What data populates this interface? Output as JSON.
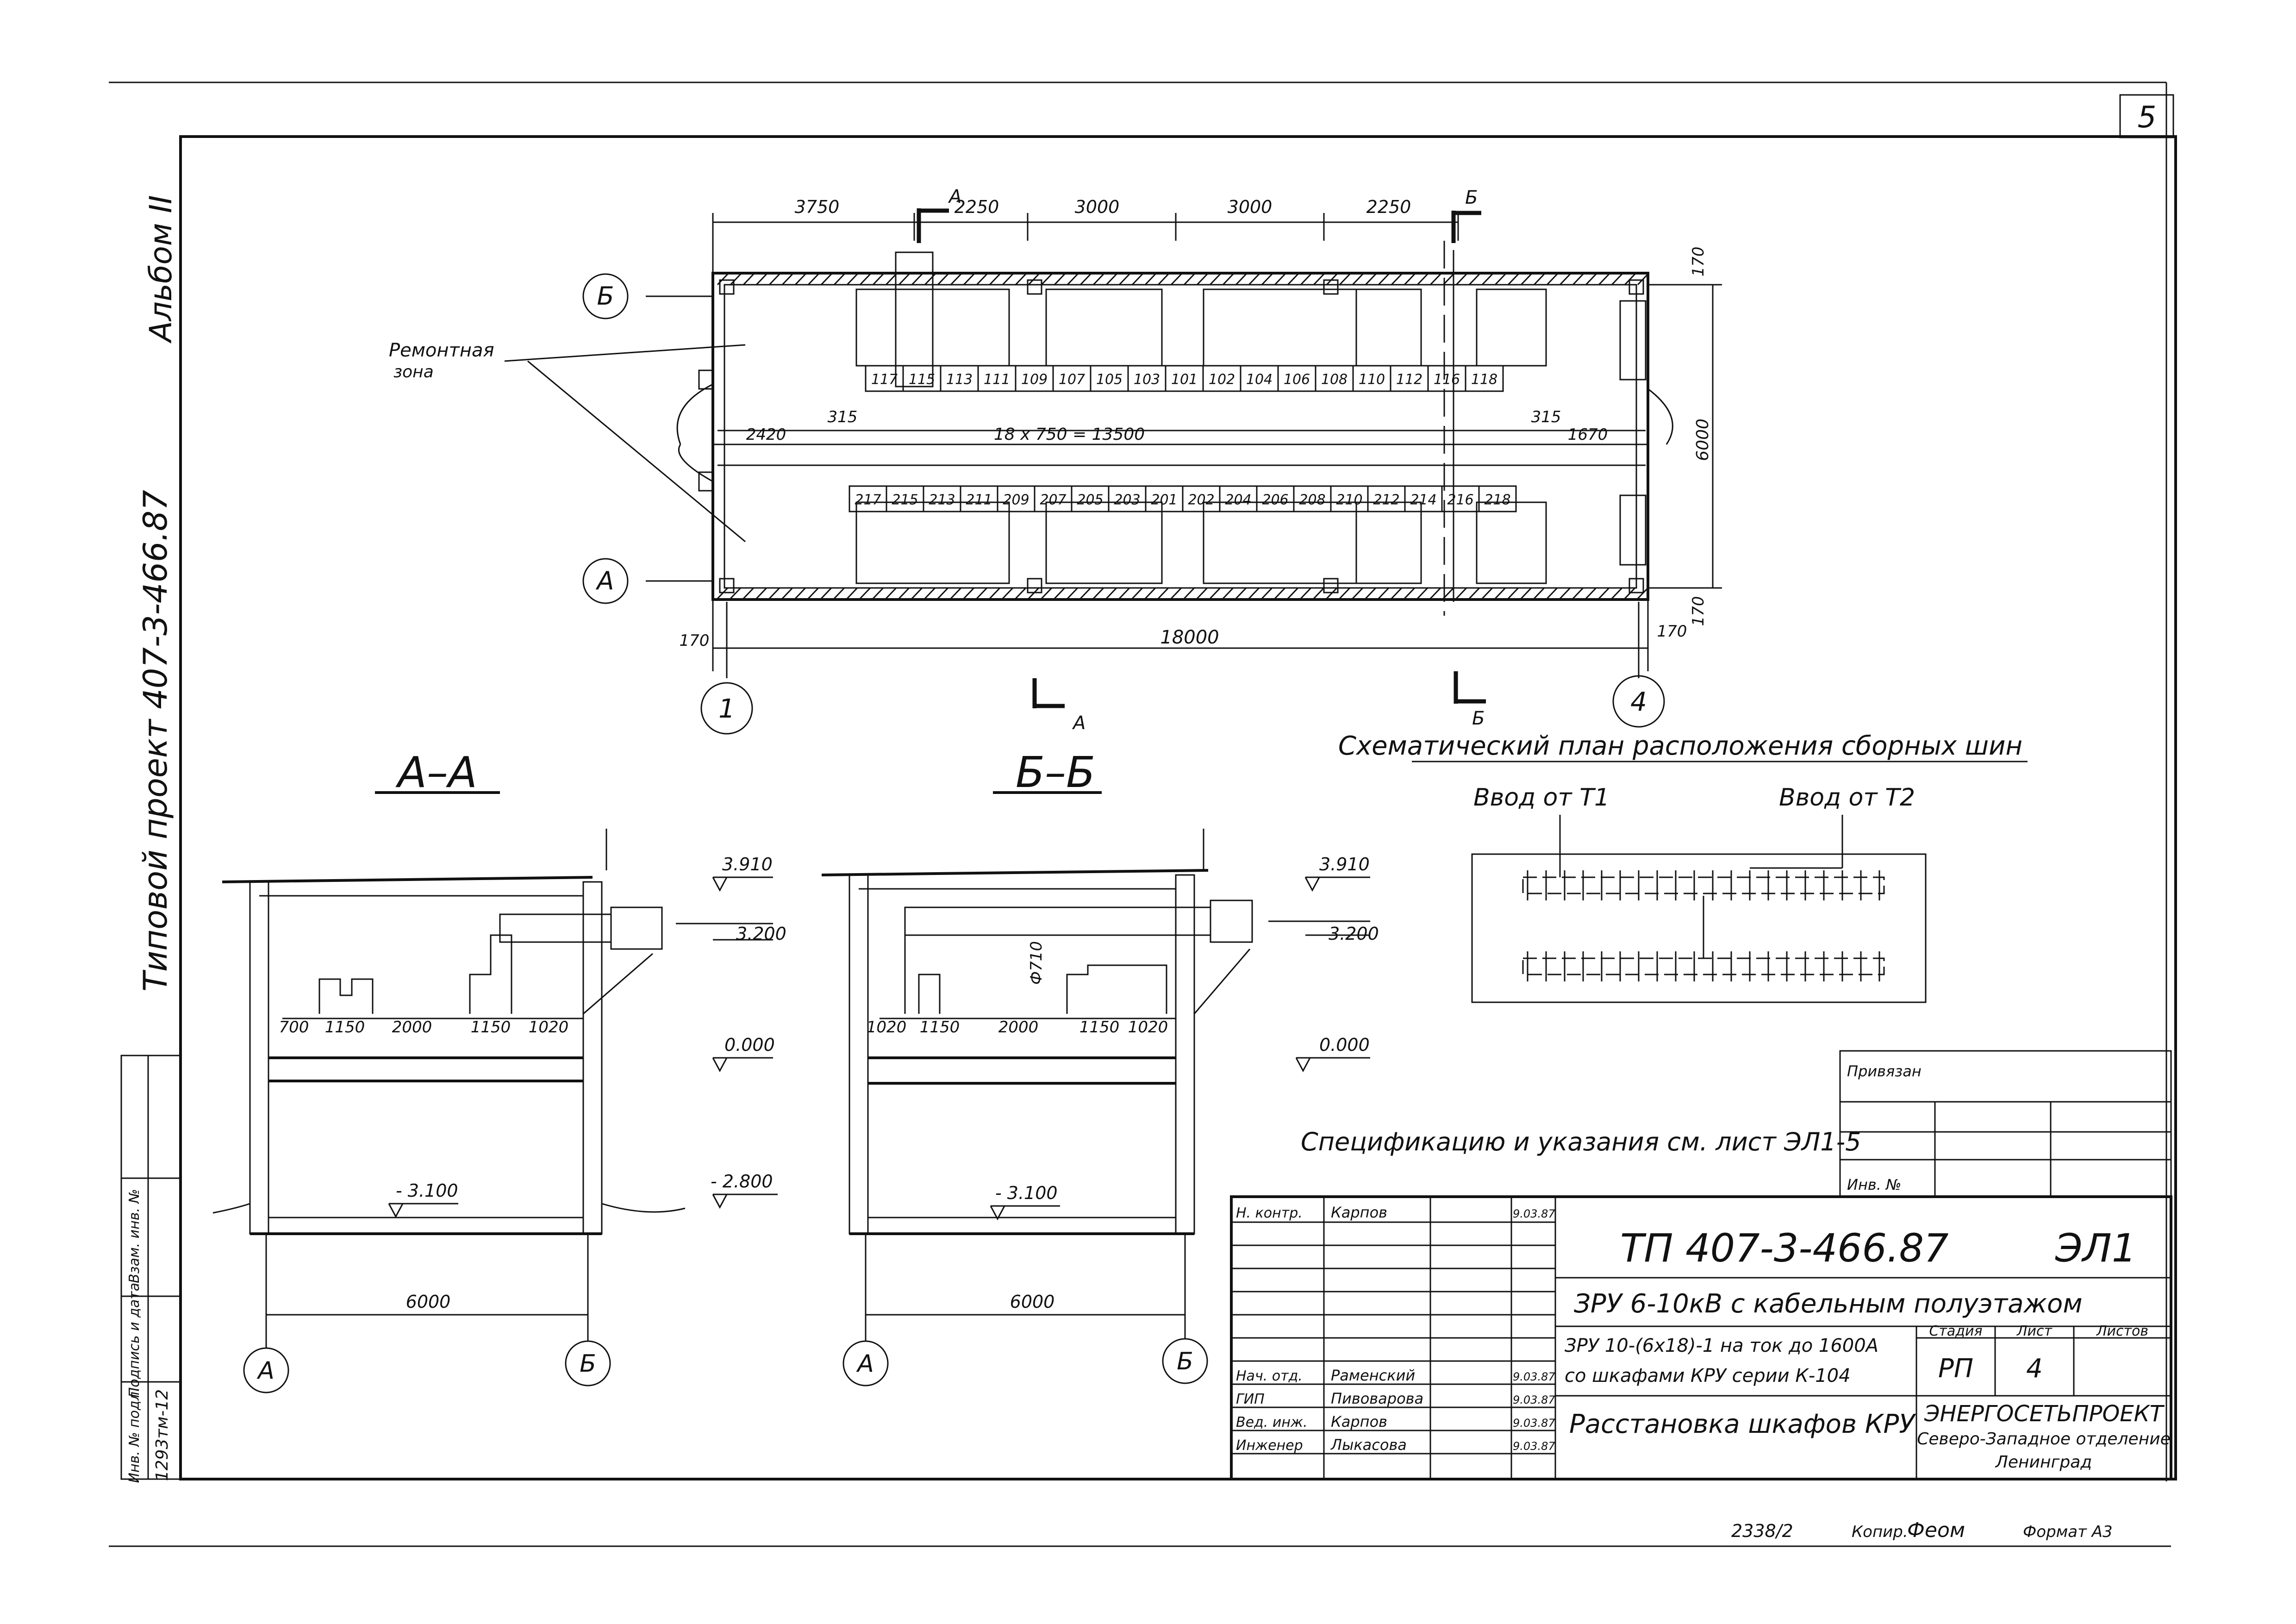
{
  "sheet": {
    "sheet_number": "5",
    "album": "Альбом II",
    "project_side": "Типовой проект 407-3-466.87",
    "inv_left": "Инв. № подл.",
    "sign_date": "Подпись и дата",
    "vzam": "Взам. инв. №",
    "inv_code": "1293тм-12",
    "bottom_num": "2338/2",
    "copied": "Копир.",
    "copier_sign": "Феом",
    "format": "Формат А3"
  },
  "plan": {
    "repair_zone_1": "Ремонтная",
    "repair_zone_2": "зона",
    "axis_B": "Б",
    "axis_A": "А",
    "axis_1": "1",
    "axis_4": "4",
    "cut_A_top": "А",
    "cut_B_top": "Б",
    "cut_A_bottom": "А",
    "cut_B_bottom": "Б",
    "dims_top": [
      "3750",
      "2250",
      "3000",
      "3000",
      "2250"
    ],
    "dim_170_tr": "170",
    "dim_170_br": "170",
    "dim_170_bl": "170",
    "dim_170_b2": "170",
    "dim_6000": "6000",
    "dim_18000": "18000",
    "dim_2420": "2420",
    "dim_315_l": "315",
    "dim_row": "18 x 750 = 13500",
    "dim_315_r": "315",
    "dim_1670": "1670",
    "cabinets_top": [
      "117",
      "115",
      "113",
      "111",
      "109",
      "107",
      "105",
      "103",
      "101",
      "102",
      "104",
      "106",
      "108",
      "110",
      "112",
      "116",
      "118"
    ],
    "cabinets_bottom": [
      "217",
      "215",
      "213",
      "211",
      "209",
      "207",
      "205",
      "203",
      "201",
      "202",
      "204",
      "206",
      "208",
      "210",
      "212",
      "214",
      "216",
      "218"
    ]
  },
  "section_AA": {
    "title": "А–А",
    "elev_3910": "3.910",
    "elev_3200": "3.200",
    "elev_0000": "0.000",
    "elev_m2800": "- 2.800",
    "elev_m3100": "- 3.100",
    "dims": [
      "700",
      "1150",
      "2000",
      "1150",
      "1020"
    ],
    "dim_6000": "6000",
    "axis_A": "А",
    "axis_B": "Б"
  },
  "section_BB": {
    "title": "Б–Б",
    "elev_3910": "3.910",
    "elev_3200": "3.200",
    "elev_0000": "0.000",
    "elev_m3100": "- 3.100",
    "dims": [
      "1020",
      "1150",
      "2000",
      "1150",
      "1020"
    ],
    "dim_phi": "Ф710",
    "dim_6000": "6000",
    "axis_A": "А",
    "axis_B": "Б"
  },
  "busbar": {
    "title": "Схематический план расположения сборных шин",
    "input_t1": "Ввод от Т1",
    "input_t2": "Ввод от Т2"
  },
  "note": "Спецификацию и указания см. лист ЭЛ1-5",
  "binding": {
    "privyazan": "Привязан",
    "inv_no": "Инв. №"
  },
  "titleblock": {
    "code": "ТП 407-3-466.87",
    "mark": "ЭЛ1",
    "title1": "ЗРУ 6-10кВ с кабельным полуэтажом",
    "title2a": "ЗРУ 10-(6х18)-1 на ток до 1600А",
    "title2b": "со шкафами КРУ серии К-104",
    "stage_h": "Стадия",
    "sheet_h": "Лист",
    "sheets_h": "Листов",
    "stage": "РП",
    "sheet": "4",
    "sheets": "",
    "drawing": "Расстановка шкафов КРУ",
    "org1": "ЭНЕРГОСЕТЬПРОЕКТ",
    "org2": "Северо-Западное отделение",
    "org3": "Ленинград",
    "staff": [
      {
        "role": "Н. контр.",
        "name": "Карпов",
        "date": "9.03.87"
      },
      {
        "role": "Нач. отд.",
        "name": "Раменский",
        "date": "9.03.87"
      },
      {
        "role": "ГИП",
        "name": "Пивоварова",
        "date": "9.03.87"
      },
      {
        "role": "Вед. инж.",
        "name": "Карпов",
        "date": "9.03.87"
      },
      {
        "role": "Инженер",
        "name": "Лыкасова",
        "date": "9.03.87"
      }
    ]
  }
}
